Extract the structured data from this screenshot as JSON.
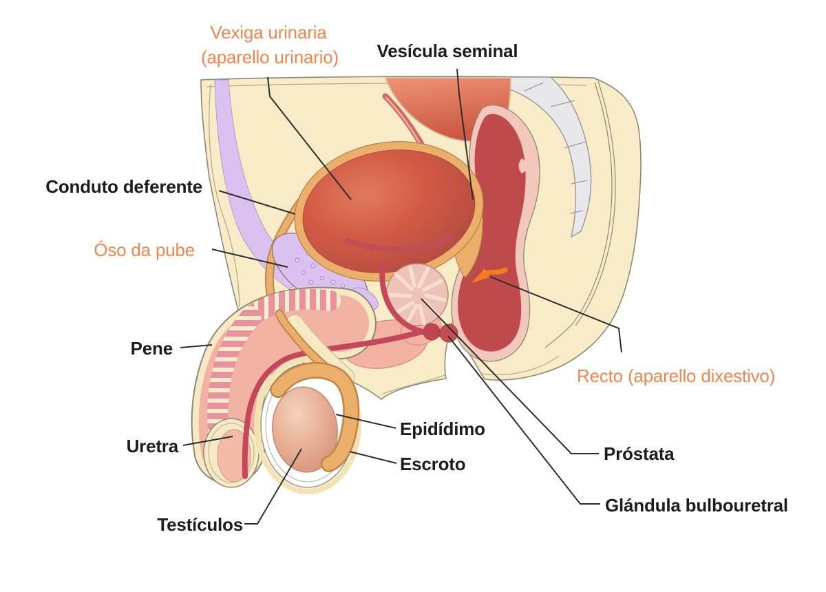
{
  "diagram": {
    "labels": {
      "vexiga_line1": "Vexiga urinaria",
      "vexiga_line2": "(aparello urinario)",
      "vesicula": "Vesícula seminal",
      "conduto": "Conduto deferente",
      "oso": "Óso da pube",
      "pene": "Pene",
      "uretra": "Uretra",
      "testiculos": "Testículos",
      "epididimo": "Epidídimo",
      "escroto": "Escroto",
      "recto": "Recto (aparello dixestivo)",
      "prostata": "Próstata",
      "glandula": "Glándula bulbouretral"
    },
    "label_colors": {
      "black_labels": "#1d1d1d",
      "orange_labels": "#F0854E"
    },
    "art_colors": {
      "body_cream": "#f8ecc8",
      "outline_gray": "#8d8873",
      "bladder_red": "#cf5844",
      "duct_tan": "#ecae6b",
      "bone_lavender": "#dcc1f0",
      "rectum_red": "#bf4a4c",
      "rectum_lining_pink": "#f2c8bd",
      "flesh_pink": "#f2b3a2",
      "stripe_pink": "#e8919f",
      "testis_tan": "#e2a68c",
      "spine_gray": "#e8e8ec",
      "urethra_red": "#c5485a",
      "annotation_orange": "#f47c20",
      "leader_line": "#2e2c2a"
    }
  }
}
